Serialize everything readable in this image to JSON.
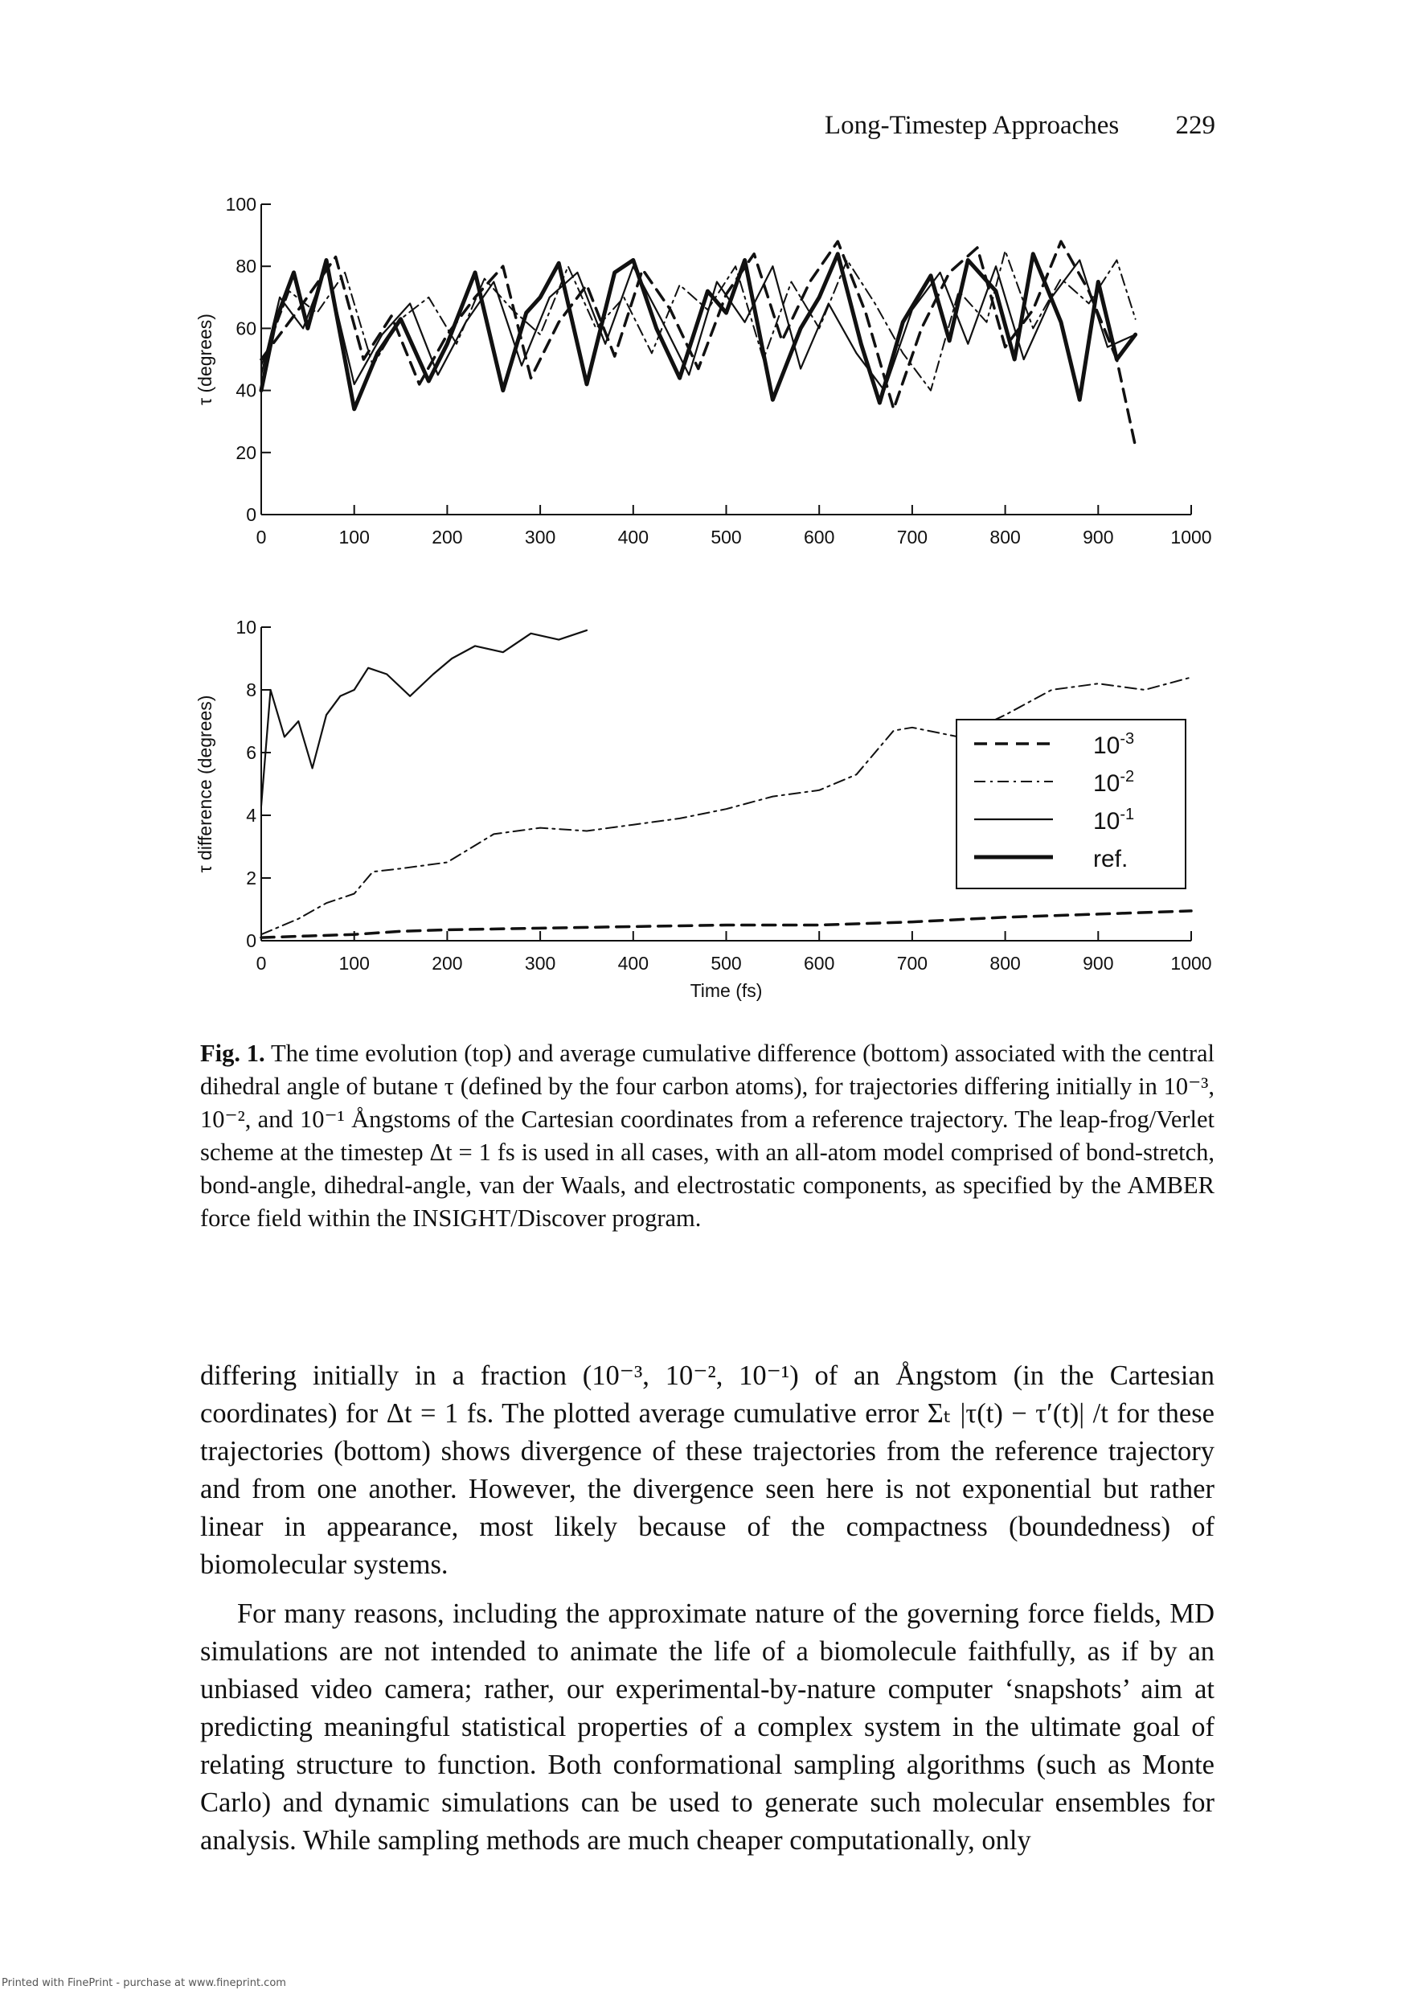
{
  "header": {
    "title": "Long-Timestep Approaches",
    "page_number": "229"
  },
  "chart_data": [
    {
      "type": "line",
      "ylabel": "τ (degrees)",
      "xlim": [
        0,
        1000
      ],
      "ylim": [
        0,
        100
      ],
      "x_ticks": [
        "0",
        "100",
        "200",
        "300",
        "400",
        "500",
        "600",
        "700",
        "800",
        "900",
        "1000"
      ],
      "y_ticks": [
        "0",
        "20",
        "40",
        "60",
        "80",
        "100"
      ],
      "grid": false,
      "series": [
        {
          "name": "ref.",
          "style": "thick-solid",
          "x": [
            0,
            15,
            35,
            50,
            70,
            100,
            125,
            150,
            180,
            200,
            230,
            260,
            285,
            300,
            320,
            350,
            380,
            400,
            425,
            450,
            480,
            500,
            520,
            550,
            580,
            600,
            620,
            645,
            665,
            690,
            720,
            740,
            760,
            790,
            810,
            830,
            860,
            880,
            900,
            920,
            940
          ],
          "y": [
            40,
            62,
            78,
            60,
            82,
            34,
            52,
            63,
            43,
            55,
            78,
            40,
            65,
            70,
            81,
            42,
            78,
            82,
            60,
            44,
            72,
            65,
            82,
            37,
            60,
            70,
            84,
            55,
            36,
            62,
            77,
            56,
            82,
            72,
            50,
            84,
            62,
            37,
            75,
            50,
            58
          ]
        },
        {
          "name": "10^-1",
          "style": "thin-solid",
          "x": [
            0,
            20,
            45,
            70,
            100,
            130,
            160,
            190,
            220,
            250,
            280,
            310,
            340,
            370,
            400,
            430,
            460,
            490,
            520,
            550,
            580,
            610,
            640,
            670,
            700,
            730,
            760,
            790,
            820,
            850,
            880,
            910,
            940
          ],
          "y": [
            45,
            70,
            60,
            80,
            42,
            58,
            68,
            45,
            62,
            75,
            48,
            70,
            78,
            55,
            80,
            63,
            45,
            75,
            62,
            80,
            47,
            68,
            52,
            40,
            66,
            78,
            55,
            80,
            50,
            70,
            82,
            54,
            58
          ]
        },
        {
          "name": "10^-2",
          "style": "dash-dot",
          "x": [
            0,
            30,
            60,
            90,
            120,
            150,
            180,
            210,
            240,
            270,
            300,
            330,
            360,
            390,
            420,
            450,
            480,
            510,
            540,
            570,
            600,
            630,
            660,
            690,
            720,
            750,
            780,
            800,
            830,
            860,
            890,
            920,
            940
          ],
          "y": [
            48,
            72,
            65,
            78,
            48,
            63,
            70,
            55,
            76,
            66,
            58,
            80,
            60,
            70,
            52,
            74,
            66,
            80,
            50,
            75,
            60,
            82,
            68,
            52,
            40,
            72,
            62,
            85,
            60,
            76,
            68,
            82,
            63
          ]
        },
        {
          "name": "10^-3",
          "style": "dashed",
          "x": [
            0,
            40,
            80,
            110,
            140,
            170,
            200,
            230,
            260,
            290,
            320,
            350,
            380,
            410,
            440,
            470,
            500,
            530,
            560,
            590,
            620,
            650,
            680,
            710,
            740,
            770,
            800,
            830,
            860,
            890,
            920,
            940
          ],
          "y": [
            50,
            66,
            83,
            50,
            64,
            42,
            58,
            70,
            80,
            44,
            62,
            74,
            51,
            79,
            66,
            47,
            71,
            84,
            56,
            75,
            88,
            65,
            34,
            60,
            78,
            86,
            54,
            66,
            88,
            72,
            50,
            22
          ]
        }
      ]
    },
    {
      "type": "line",
      "xlabel": "Time (fs)",
      "ylabel": "τ difference (degrees)",
      "xlim": [
        0,
        1000
      ],
      "ylim": [
        0,
        10
      ],
      "x_ticks": [
        "0",
        "100",
        "200",
        "300",
        "400",
        "500",
        "600",
        "700",
        "800",
        "900",
        "1000"
      ],
      "y_ticks": [
        "0",
        "2",
        "4",
        "6",
        "8",
        "10"
      ],
      "grid": false,
      "legend_position": "right",
      "legend": [
        "10^-3",
        "10^-2",
        "10^-1",
        "ref."
      ],
      "series": [
        {
          "name": "10^-3",
          "style": "dashed",
          "x": [
            0,
            50,
            100,
            150,
            200,
            300,
            400,
            500,
            600,
            700,
            800,
            900,
            1000
          ],
          "y": [
            0.1,
            0.15,
            0.2,
            0.3,
            0.35,
            0.4,
            0.45,
            0.5,
            0.5,
            0.6,
            0.75,
            0.85,
            0.95
          ]
        },
        {
          "name": "10^-2",
          "style": "dash-dot",
          "x": [
            0,
            40,
            70,
            100,
            120,
            150,
            200,
            250,
            300,
            350,
            400,
            450,
            500,
            550,
            600,
            640,
            680,
            700,
            750,
            800,
            850,
            900,
            950,
            1000
          ],
          "y": [
            0.2,
            0.7,
            1.2,
            1.5,
            2.2,
            2.3,
            2.5,
            3.4,
            3.6,
            3.5,
            3.7,
            3.9,
            4.2,
            4.6,
            4.8,
            5.3,
            6.7,
            6.8,
            6.5,
            7.2,
            8.0,
            8.2,
            8.0,
            8.4
          ]
        },
        {
          "name": "10^-1",
          "style": "thin-solid",
          "x": [
            0,
            10,
            25,
            40,
            55,
            70,
            85,
            100,
            115,
            135,
            160,
            185,
            205,
            230,
            260,
            290,
            320,
            350
          ],
          "y": [
            4.3,
            8.0,
            6.5,
            7.0,
            5.5,
            7.2,
            7.8,
            8.0,
            8.7,
            8.5,
            7.8,
            8.5,
            9.0,
            9.4,
            9.2,
            9.8,
            9.6,
            9.9
          ]
        }
      ]
    }
  ],
  "caption": {
    "label": "Fig. 1.",
    "text": "The time evolution (top) and average cumulative difference (bottom) associated with the central dihedral angle of butane τ (defined by the four carbon atoms), for trajectories differing initially in 10⁻³, 10⁻², and 10⁻¹ Ångstoms of the Cartesian coordinates from a reference trajectory. The leap-frog/Verlet scheme at the timestep Δt = 1 fs is used in all cases, with an all-atom model comprised of bond-stretch, bond-angle, dihedral-angle, van der Waals, and electrostatic components, as specified by the AMBER force field within the INSIGHT/Discover program."
  },
  "body": {
    "paragraph1": "differing initially in a fraction (10⁻³, 10⁻², 10⁻¹) of an Ångstom (in the Cartesian coordinates) for Δt = 1 fs. The plotted average cumulative error Σₜ |τ(t) − τ′(t)| /t for these trajectories (bottom) shows divergence of these trajectories from the reference trajectory and from one another. However, the divergence seen here is not exponential but rather linear in appearance, most likely because of the compactness (boundedness) of biomolecular systems.",
    "paragraph2": "For many reasons, including the approximate nature of the governing force fields, MD simulations are not intended to animate the life of a biomolecule faithfully, as if by an unbiased video camera; rather, our experimental-by-nature computer ‘snapshots’ aim at predicting meaningful statistical properties of a complex system in the ultimate goal of relating structure to function. Both conformational sampling algorithms (such as Monte Carlo) and dynamic simulations can be used to generate such molecular ensembles for analysis. While sampling methods are much cheaper computationally, only"
  },
  "footer": {
    "text": "Printed with FinePrint - purchase at www.fineprint.com"
  }
}
